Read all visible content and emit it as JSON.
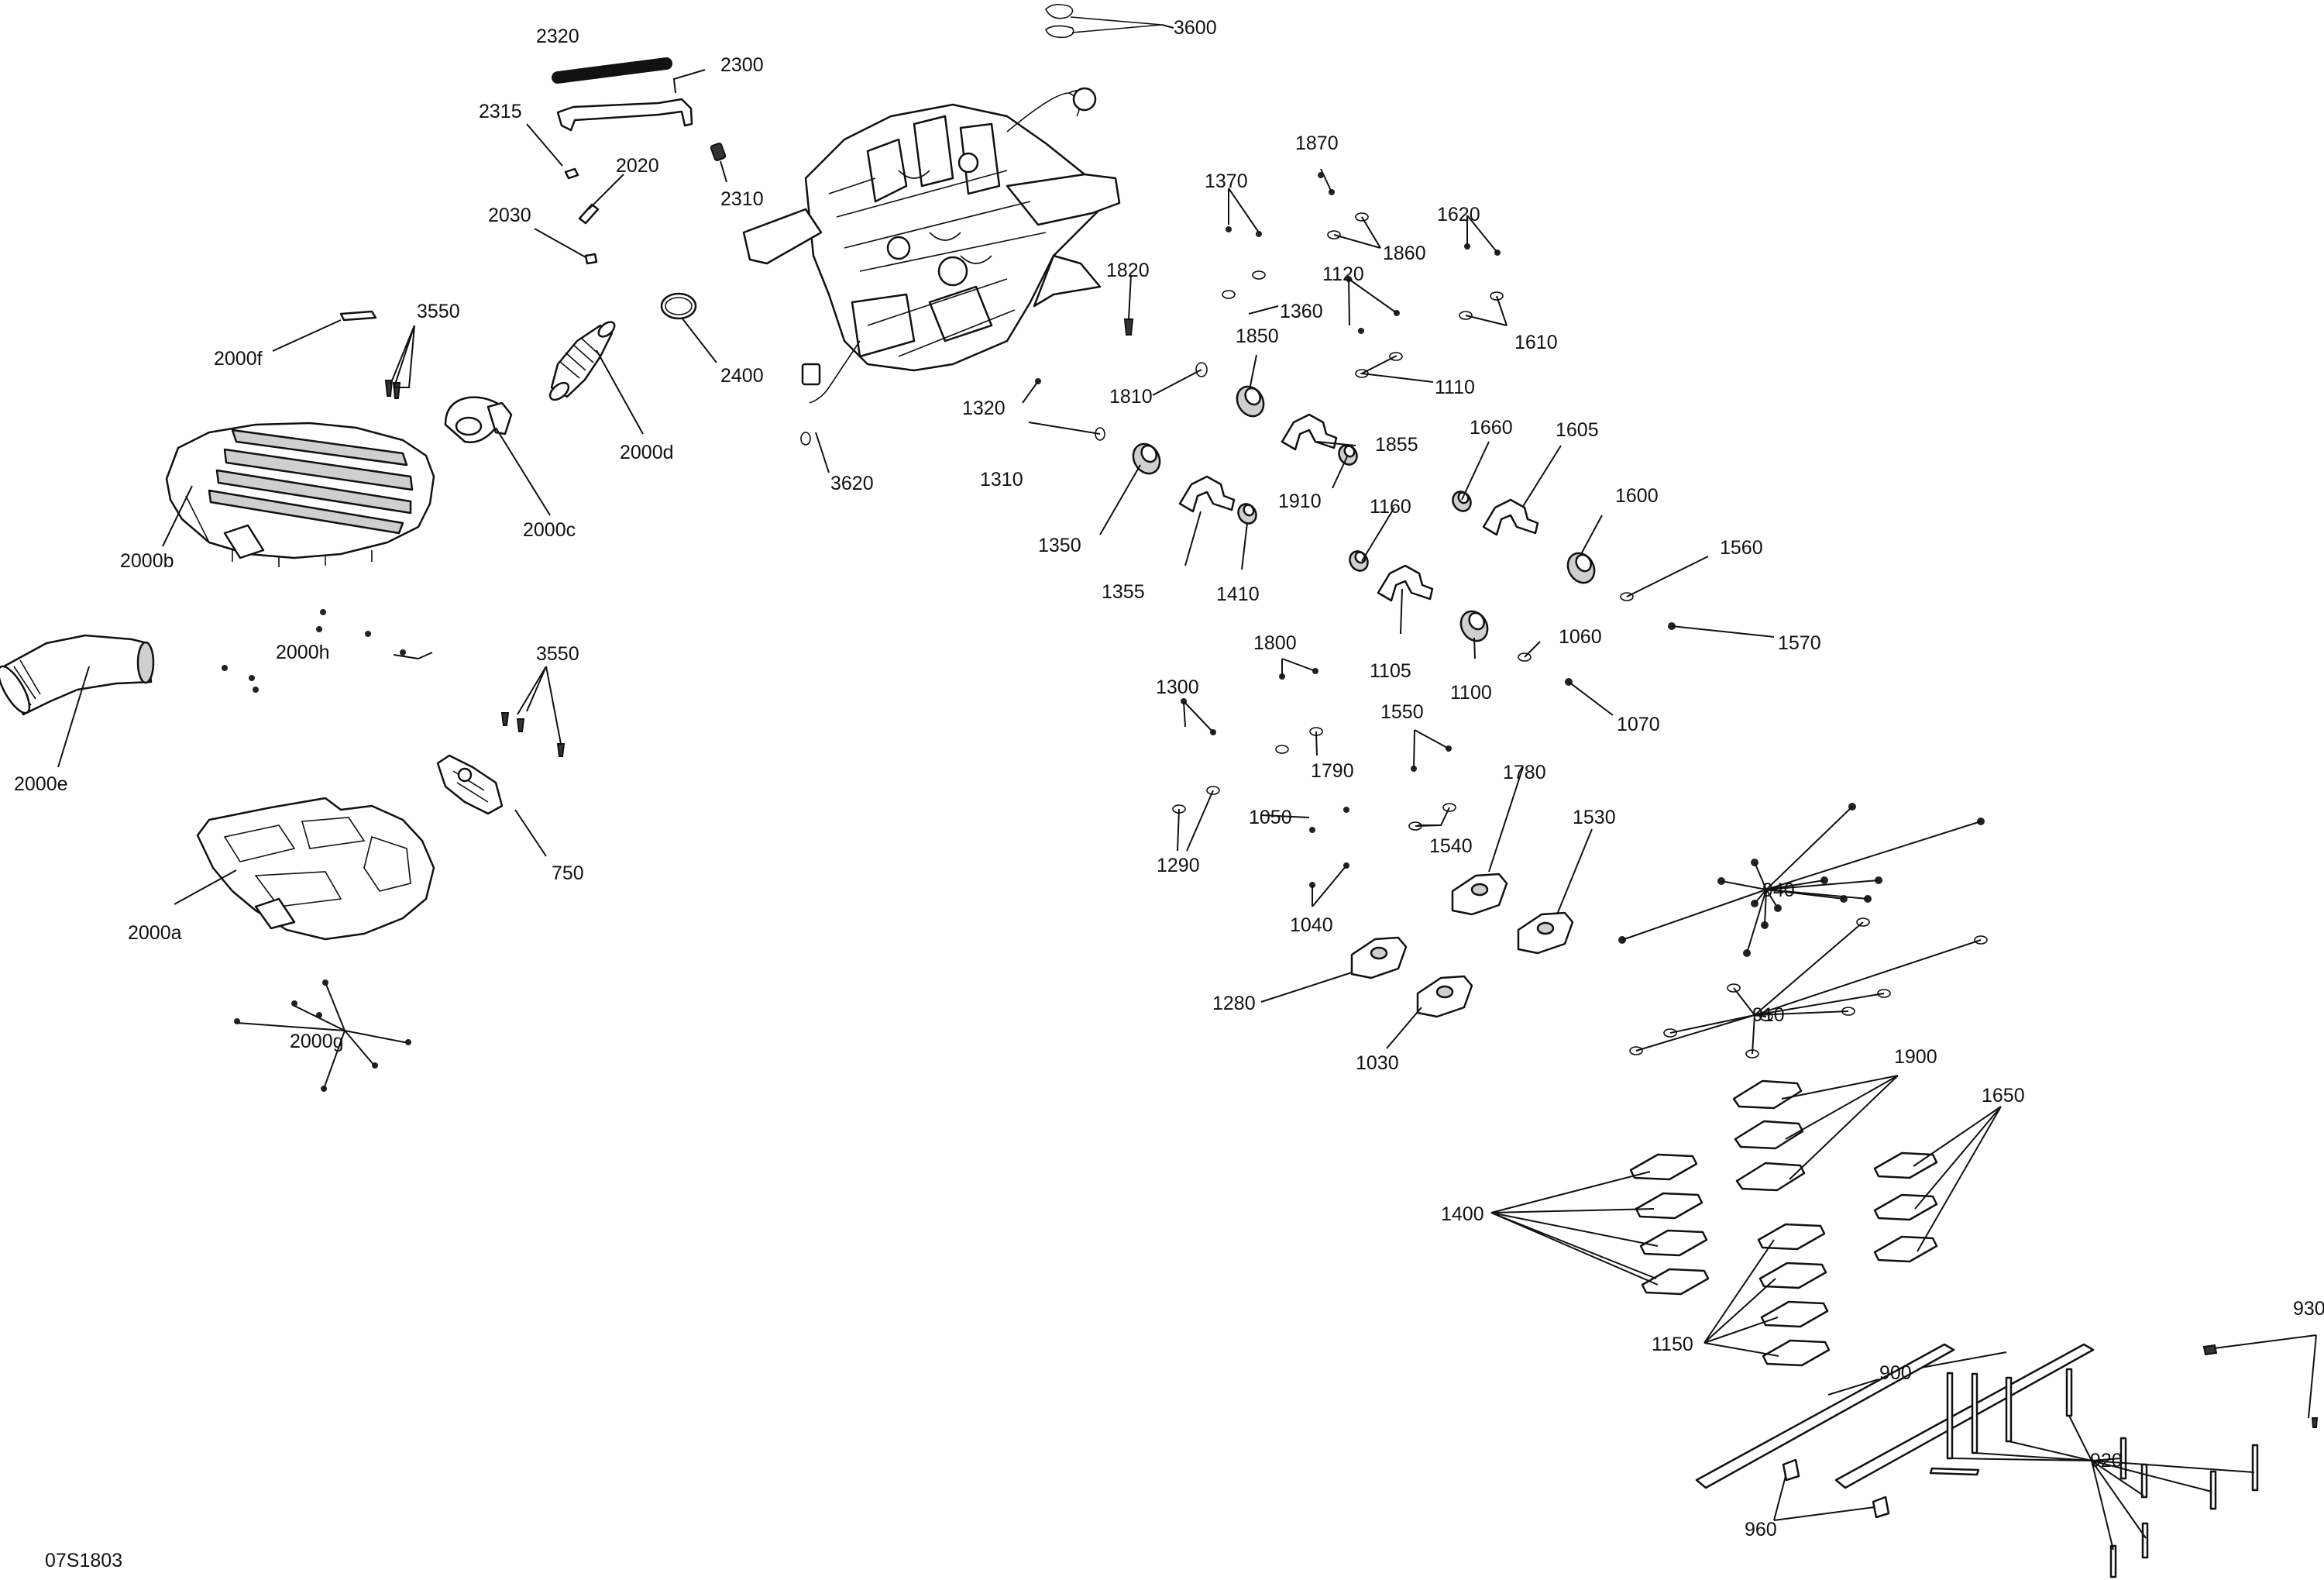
{
  "drawing_code": "07S1803",
  "callouts": {
    "c3600": "3600",
    "c2320": "2320",
    "c2300": "2300",
    "c2315": "2315",
    "c2020": "2020",
    "c2310": "2310",
    "c2030": "2030",
    "c3550a": "3550",
    "c2000f": "2000f",
    "c2400": "2400",
    "c2000d": "2000d",
    "c3620": "3620",
    "c2000c": "2000c",
    "c2000b": "2000b",
    "c2000h": "2000h",
    "c3550b": "3550",
    "c2000e": "2000e",
    "c750": "750",
    "c2000a": "2000a",
    "c2000g": "2000g",
    "c1870": "1870",
    "c1370": "1370",
    "c1860": "1860",
    "c1620": "1620",
    "c1820": "1820",
    "c1120": "1120",
    "c1360": "1360",
    "c1610": "1610",
    "c1850": "1850",
    "c1110": "1110",
    "c1810": "1810",
    "c1320": "1320",
    "c1855": "1855",
    "c1660": "1660",
    "c1605": "1605",
    "c1310": "1310",
    "c1910": "1910",
    "c1600": "1600",
    "c1160": "1160",
    "c1350": "1350",
    "c1560": "1560",
    "c1355": "1355",
    "c1410": "1410",
    "c1060": "1060",
    "c1570": "1570",
    "c1800": "1800",
    "c1105": "1105",
    "c1300": "1300",
    "c1100": "1100",
    "c1070": "1070",
    "c1550": "1550",
    "c1790": "1790",
    "c1780": "1780",
    "c1530": "1530",
    "c1050": "1050",
    "c1540": "1540",
    "c1290": "1290",
    "c940": "940",
    "c1040": "1040",
    "c1280": "1280",
    "c910": "910",
    "c1030": "1030",
    "c1900": "1900",
    "c1650": "1650",
    "c1400": "1400",
    "c1150": "1150",
    "c930": "930",
    "c900": "900",
    "c920": "920",
    "c960": "960"
  }
}
